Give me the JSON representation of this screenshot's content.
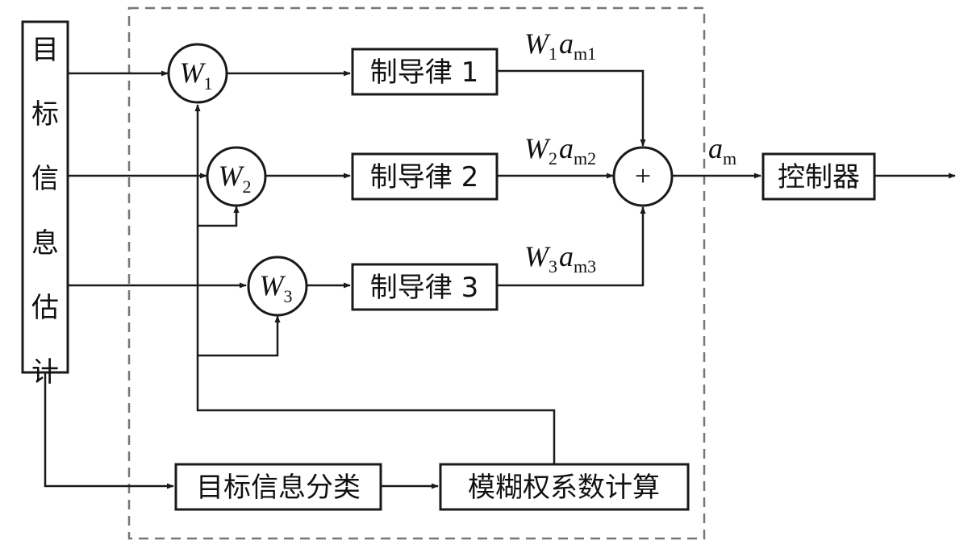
{
  "blocks": {
    "estimator": "目标信息估计",
    "law1": "制导律 1",
    "law2": "制导律 2",
    "law3": "制导律 3",
    "controller": "控制器",
    "classify": "目标信息分类",
    "fuzzy": "模糊权系数计算"
  },
  "nodes": {
    "w1": {
      "main": "W",
      "sub": "1"
    },
    "w2": {
      "main": "W",
      "sub": "2"
    },
    "w3": {
      "main": "W",
      "sub": "3"
    },
    "sum": "+"
  },
  "signals": {
    "s1": {
      "w": "W",
      "wsub": "1",
      "a": "a",
      "asub": "m1"
    },
    "s2": {
      "w": "W",
      "wsub": "2",
      "a": "a",
      "asub": "m2"
    },
    "s3": {
      "w": "W",
      "wsub": "3",
      "a": "a",
      "asub": "m3"
    },
    "out": {
      "a": "a",
      "asub": "m"
    }
  }
}
